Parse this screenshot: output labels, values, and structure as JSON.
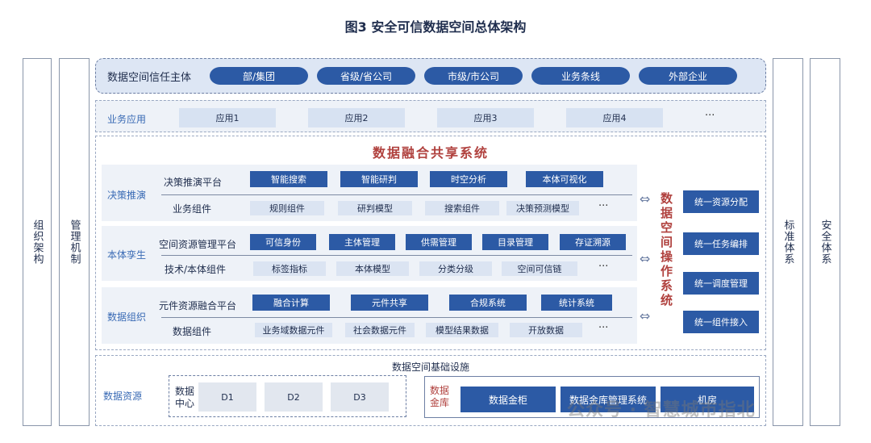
{
  "title": "图3 安全可信数据空间总体架构",
  "left_cols": [
    "组织架构",
    "管理机制"
  ],
  "right_cols": [
    "标准体系",
    "安全体系"
  ],
  "trust": {
    "label": "数据空间信任主体",
    "items": [
      "部/集团",
      "省级/省公司",
      "市级/市公司",
      "业务条线",
      "外部企业"
    ]
  },
  "biz": {
    "label": "业务应用",
    "apps": [
      "应用1",
      "应用2",
      "应用3",
      "应用4"
    ],
    "ellipsis": "···"
  },
  "fusion": {
    "title": "数据融合共享系统",
    "layers": [
      {
        "label": "决策推演",
        "row1_label": "决策推演平台",
        "row1": [
          "智能搜索",
          "智能研判",
          "时空分析",
          "本体可视化"
        ],
        "row2_label": "业务组件",
        "row2": [
          "规则组件",
          "研判模型",
          "搜索组件",
          "决策预测模型"
        ]
      },
      {
        "label": "本体孪生",
        "row1_label": "空间资源管理平台",
        "row1": [
          "可信身份",
          "主体管理",
          "供需管理",
          "目录管理",
          "存证溯源"
        ],
        "row2_label": "技术/本体组件",
        "row2": [
          "标签指标",
          "本体模型",
          "分类分级",
          "空间可信链"
        ]
      },
      {
        "label": "数据组织",
        "row1_label": "元件资源融合平台",
        "row1": [
          "融合计算",
          "元件共享",
          "合规系统",
          "统计系统"
        ],
        "row2_label": "数据组件",
        "row2": [
          "业务域数据元件",
          "社会数据元件",
          "模型结果数据",
          "开放数据"
        ]
      }
    ],
    "ellipsis": "···",
    "arrow": "⇔"
  },
  "ops": {
    "title": "数据空间操作系统",
    "buttons": [
      "统一资源分配",
      "统一任务编排",
      "统一调度管理",
      "统一组件接入"
    ]
  },
  "infra": {
    "title": "数据空间基础设施",
    "resources_label": "数据资源",
    "dc_label": "数据中心",
    "dc_items": [
      "D1",
      "D2",
      "D3"
    ],
    "vault_label": "数据金库",
    "vault_items": [
      "数据金柜",
      "数据金库管理系统",
      "机房"
    ]
  },
  "watermark": "公众号 · 智慧城市指北"
}
